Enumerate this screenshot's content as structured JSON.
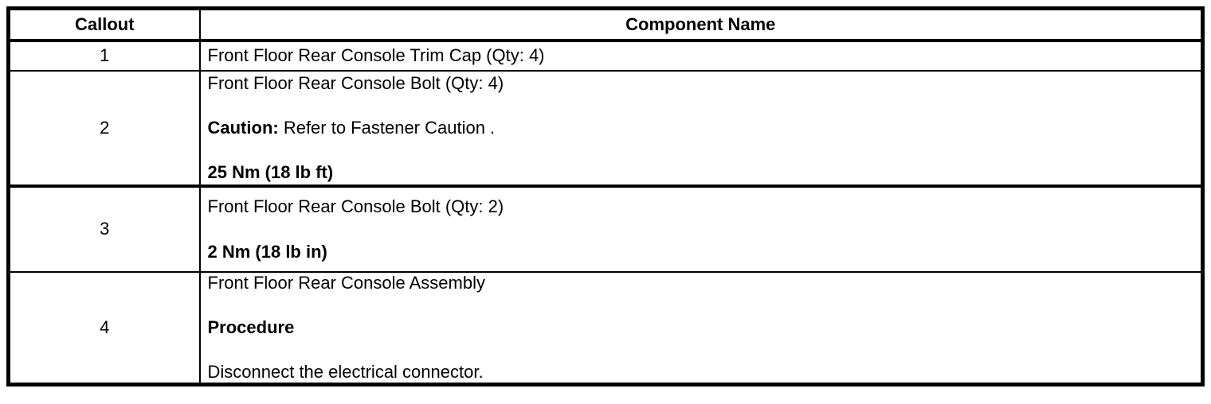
{
  "table": {
    "headers": {
      "callout": "Callout",
      "component": "Component Name"
    },
    "rows": [
      {
        "callout": "1",
        "lines": [
          {
            "segments": [
              {
                "text": "Front Floor Rear Console Trim Cap (Qty: 4)",
                "bold": false
              }
            ]
          }
        ]
      },
      {
        "callout": "2",
        "lines": [
          {
            "segments": [
              {
                "text": "Front Floor Rear Console Bolt (Qty: 4)",
                "bold": false
              }
            ]
          },
          {
            "segments": [
              {
                "text": "Caution:",
                "bold": true
              },
              {
                "text": " Refer to Fastener Caution .",
                "bold": false
              }
            ]
          },
          {
            "segments": [
              {
                "text": "25 Nm (18 lb ft)",
                "bold": true
              }
            ]
          }
        ]
      },
      {
        "callout": "3",
        "lines": [
          {
            "segments": [
              {
                "text": "Front Floor Rear Console Bolt (Qty: 2)",
                "bold": false
              }
            ]
          },
          {
            "segments": [
              {
                "text": "2 Nm (18 lb in)",
                "bold": true
              }
            ]
          }
        ]
      },
      {
        "callout": "4",
        "lines": [
          {
            "segments": [
              {
                "text": "Front Floor Rear Console Assembly",
                "bold": false
              }
            ]
          },
          {
            "segments": [
              {
                "text": "Procedure",
                "bold": true
              }
            ]
          },
          {
            "segments": [
              {
                "text": "Disconnect the electrical connector.",
                "bold": false
              }
            ]
          }
        ]
      }
    ]
  },
  "colors": {
    "border": "#000000",
    "text": "#000000",
    "background": "#ffffff"
  }
}
